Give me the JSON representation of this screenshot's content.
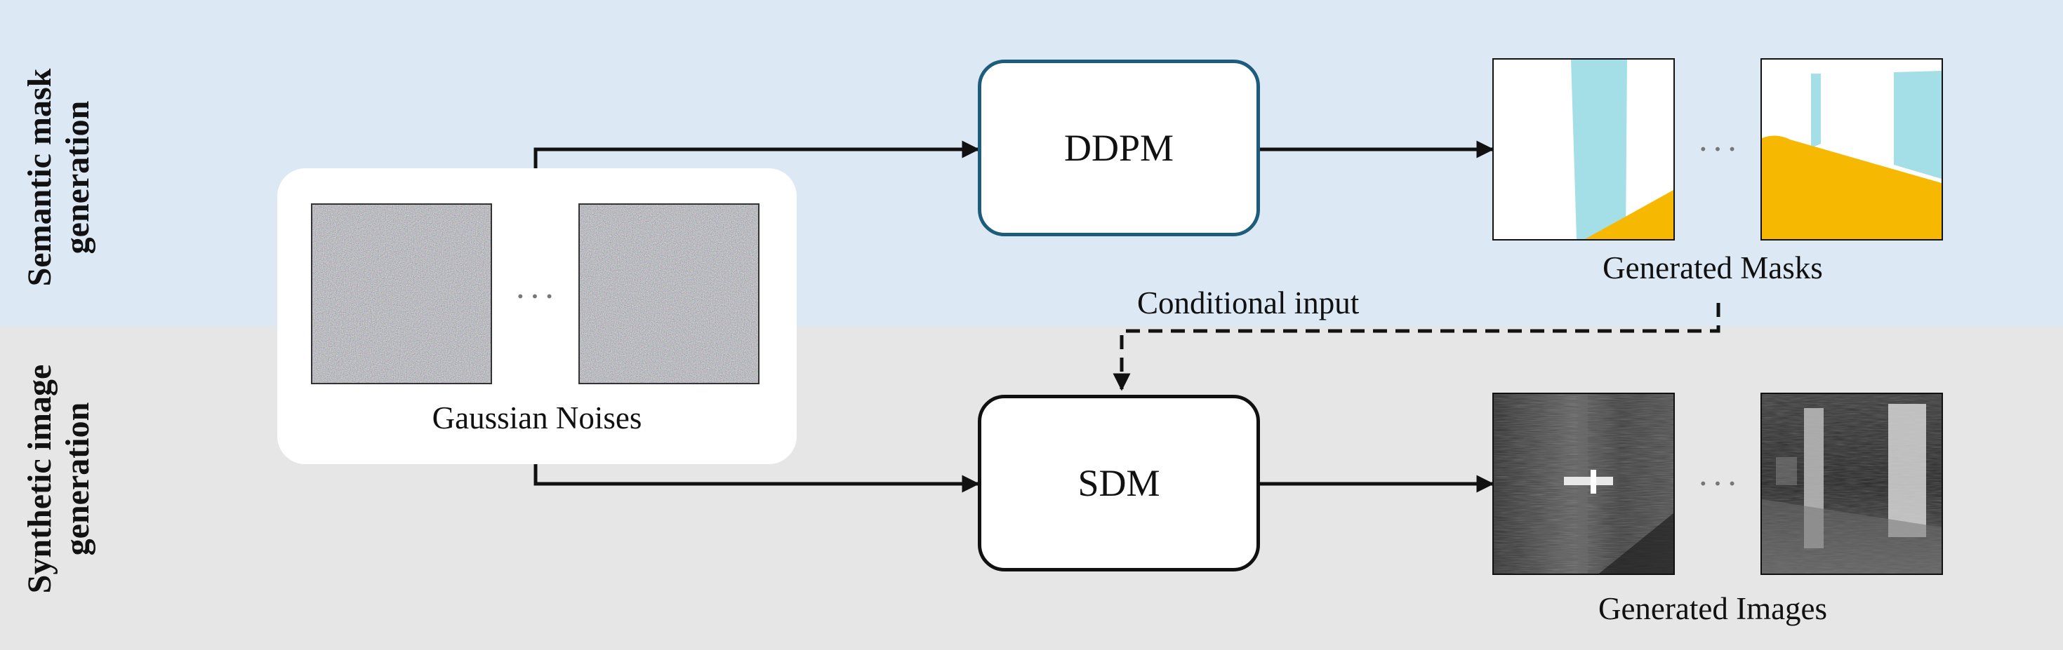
{
  "rows": {
    "top_label_line1": "Semantic mask",
    "top_label_line2": "generation",
    "bottom_label_line1": "Synthetic image",
    "bottom_label_line2": "generation"
  },
  "noise": {
    "caption": "Gaussian Noises",
    "ellipsis": "···"
  },
  "models": {
    "ddpm": "DDPM",
    "sdm": "SDM"
  },
  "masks": {
    "caption": "Generated Masks",
    "ellipsis": "···"
  },
  "images": {
    "caption": "Generated Images",
    "ellipsis": "···"
  },
  "edges": {
    "conditional_label": "Conditional input"
  },
  "colors": {
    "top_band": "#dce9f5",
    "bottom_band": "#e6e6e6",
    "ddpm_border": "#1d5c7a",
    "mask_cyan": "#a4dfe8",
    "mask_yellow": "#f6b800"
  }
}
